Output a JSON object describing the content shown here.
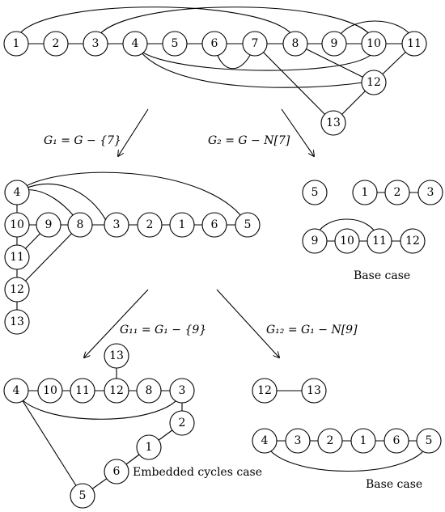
{
  "labels": {
    "g1_label": "G₁ = G − {7}",
    "g2_label": "G₂ = G − N[7]",
    "g11_label": "G₁₁ = G₁ − {9}",
    "g12_label": "G₁₂ = G₁ − N[9]",
    "base_case_1": "Base case",
    "embedded_case": "Embedded cycles case",
    "base_case_2": "Base case"
  },
  "graphs": [
    {
      "id": "G",
      "nodes": [
        "1",
        "2",
        "3",
        "4",
        "5",
        "6",
        "7",
        "8",
        "9",
        "10",
        "11",
        "12",
        "13"
      ],
      "edges": [
        [
          "1",
          "2"
        ],
        [
          "2",
          "3"
        ],
        [
          "3",
          "4"
        ],
        [
          "4",
          "5"
        ],
        [
          "5",
          "6"
        ],
        [
          "6",
          "7"
        ],
        [
          "7",
          "8"
        ],
        [
          "8",
          "9"
        ],
        [
          "9",
          "10"
        ],
        [
          "10",
          "11"
        ],
        [
          "11",
          "12"
        ],
        [
          "12",
          "13"
        ],
        [
          "1",
          "8"
        ],
        [
          "3",
          "10"
        ],
        [
          "9",
          "11"
        ],
        [
          "4",
          "12"
        ],
        [
          "4",
          "10"
        ],
        [
          "6",
          "7"
        ],
        [
          "7",
          "13"
        ],
        [
          "8",
          "12"
        ]
      ]
    },
    {
      "id": "G2",
      "nodes": [
        "5",
        "1",
        "2",
        "3",
        "9",
        "10",
        "11",
        "12"
      ],
      "edges": [
        [
          "1",
          "2"
        ],
        [
          "2",
          "3"
        ],
        [
          "9",
          "10"
        ],
        [
          "10",
          "11"
        ],
        [
          "11",
          "12"
        ],
        [
          "9",
          "11"
        ]
      ]
    },
    {
      "id": "G1",
      "nodes": [
        "4",
        "10",
        "9",
        "8",
        "3",
        "2",
        "1",
        "6",
        "5",
        "11",
        "12",
        "13"
      ],
      "edges": [
        [
          "10",
          "9"
        ],
        [
          "9",
          "8"
        ],
        [
          "8",
          "3"
        ],
        [
          "3",
          "2"
        ],
        [
          "2",
          "1"
        ],
        [
          "1",
          "6"
        ],
        [
          "6",
          "5"
        ],
        [
          "4",
          "10"
        ],
        [
          "10",
          "11"
        ],
        [
          "11",
          "12"
        ],
        [
          "12",
          "13"
        ],
        [
          "9",
          "11"
        ],
        [
          "8",
          "12"
        ],
        [
          "4",
          "3"
        ],
        [
          "4",
          "5"
        ]
      ]
    },
    {
      "id": "G11",
      "nodes": [
        "4",
        "10",
        "11",
        "12",
        "8",
        "3",
        "13",
        "2",
        "1",
        "6",
        "5"
      ],
      "edges": [
        [
          "4",
          "10"
        ],
        [
          "10",
          "11"
        ],
        [
          "11",
          "12"
        ],
        [
          "12",
          "8"
        ],
        [
          "8",
          "3"
        ],
        [
          "13",
          "12"
        ],
        [
          "3",
          "2"
        ],
        [
          "2",
          "1"
        ],
        [
          "1",
          "6"
        ],
        [
          "6",
          "5"
        ],
        [
          "4",
          "5"
        ],
        [
          "4",
          "3"
        ]
      ]
    },
    {
      "id": "G12",
      "nodes": [
        "12",
        "13",
        "4",
        "3",
        "2",
        "1",
        "6",
        "5"
      ],
      "edges": [
        [
          "12",
          "13"
        ],
        [
          "4",
          "3"
        ],
        [
          "3",
          "2"
        ],
        [
          "2",
          "1"
        ],
        [
          "1",
          "6"
        ],
        [
          "6",
          "5"
        ],
        [
          "4",
          "5"
        ]
      ]
    }
  ]
}
